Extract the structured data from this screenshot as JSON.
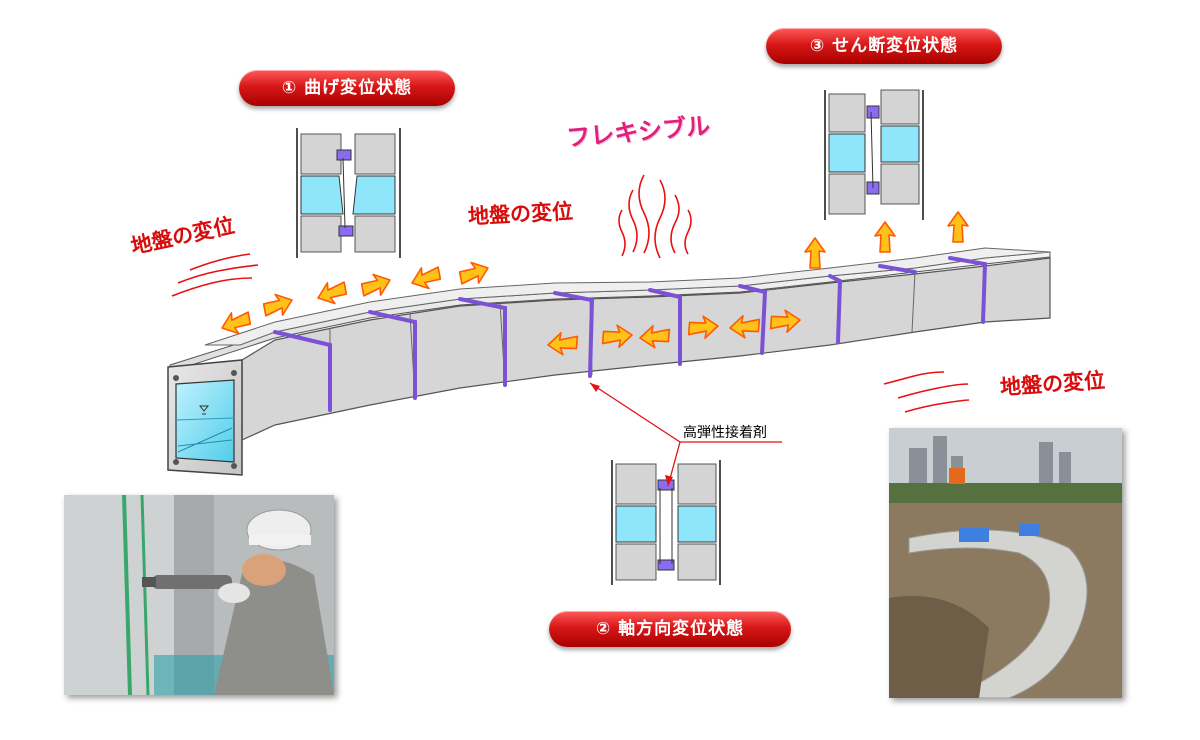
{
  "states": {
    "bending": "① 曲げ変位状態",
    "axial": "② 軸方向変位状態",
    "shear": "③ せん断変位状態"
  },
  "labels": {
    "ground_left": "地盤の変位",
    "ground_center": "地盤の変位",
    "ground_right": "地盤の変位",
    "flexible": "フレキシブル",
    "adhesive": "高弾性接着剤"
  },
  "colors": {
    "pill": "#d81818",
    "label_red": "#d80c0c",
    "flexible": "#e0207a",
    "joint": "#7b52d6",
    "water": "#7fe0f7",
    "concrete": "#d4d4d4",
    "arrow": "#ffb400"
  }
}
